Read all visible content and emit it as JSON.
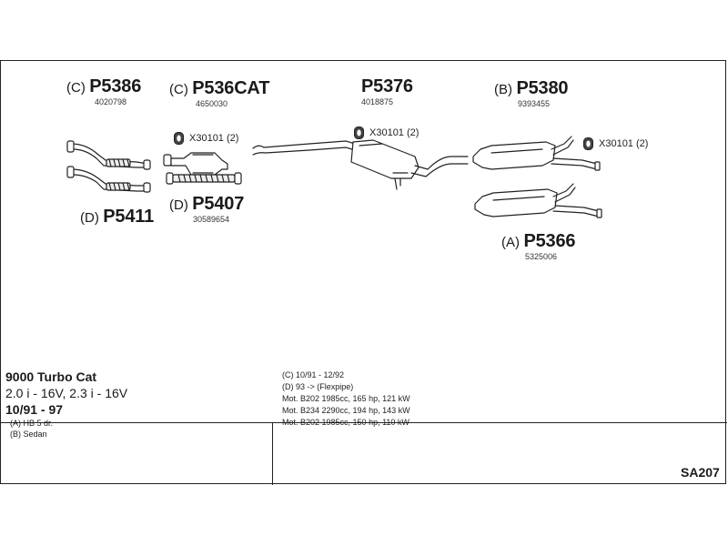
{
  "parts": {
    "p5386": {
      "tag": "(C)",
      "code": "P5386",
      "number": "4020798"
    },
    "p536cat": {
      "tag": "(C)",
      "code": "P536CAT",
      "number": "4650030"
    },
    "p5376": {
      "tag": "",
      "code": "P5376",
      "number": "4018875"
    },
    "p5380": {
      "tag": "(B)",
      "code": "P5380",
      "number": "9393455"
    },
    "p5411": {
      "tag": "(D)",
      "code": "P5411",
      "number": ""
    },
    "p5407": {
      "tag": "(D)",
      "code": "P5407",
      "number": "30589654"
    },
    "p5366": {
      "tag": "(A)",
      "code": "P5366",
      "number": "5325006"
    }
  },
  "gaskets": {
    "g1": "X30101 (2)",
    "g2": "X30101 (2)",
    "g3": "X30101 (2)"
  },
  "vehicle": {
    "model": "9000 Turbo Cat",
    "engine": "2.0 i - 16V, 2.3 i - 16V",
    "years": "10/91 - 97",
    "note_a": "(A) HB 5 dr.",
    "note_b": "(B) Sedan"
  },
  "notes": [
    "(C) 10/91 - 12/92",
    "(D) 93 -> (Flexpipe)",
    "Mot. B202 1985cc, 165 hp, 121 kW",
    "Mot. B234 2290cc, 194 hp, 143 kW",
    "Mot. B202 1985cc, 150 hp, 110 kW"
  ],
  "reference": "SA207",
  "colors": {
    "line": "#222222",
    "part_fill": "#ffffff",
    "gasket_fill": "#444444"
  }
}
